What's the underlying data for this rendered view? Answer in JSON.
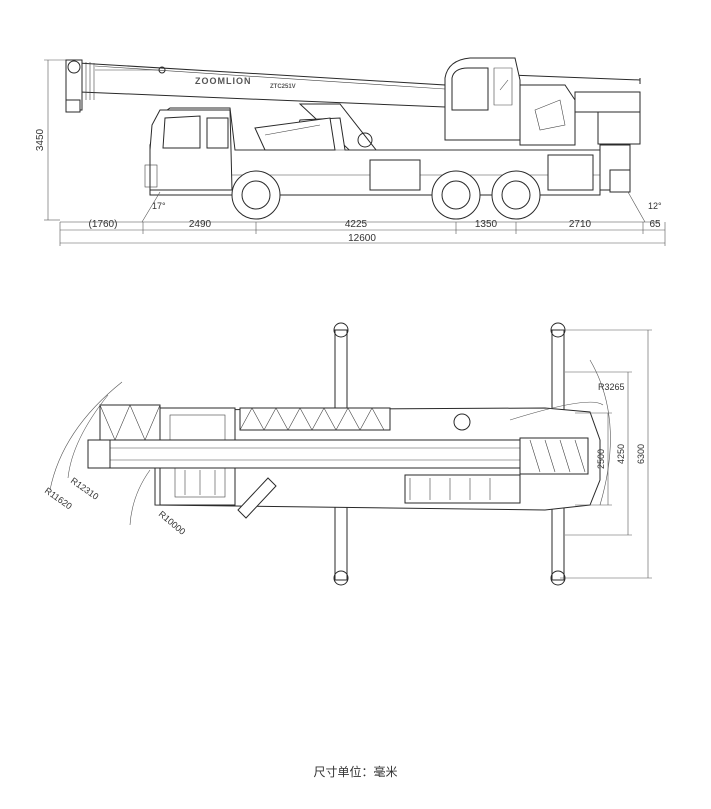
{
  "side_view": {
    "height_dim": "3450",
    "front_angle": "17°",
    "rear_angle": "12°",
    "segments": [
      "(1760)",
      "2490",
      "4225",
      "1350",
      "2710",
      "65"
    ],
    "total_length": "12600",
    "boom_brand": "ZOOMLION",
    "boom_model": "ZTC251V"
  },
  "top_view": {
    "radius_tail": "R3265",
    "radius_1": "R12310",
    "radius_2": "R11620",
    "radius_3": "R10000",
    "width_1": "2500",
    "width_2": "4250",
    "width_3": "6300"
  },
  "caption": "尺寸单位：毫米"
}
